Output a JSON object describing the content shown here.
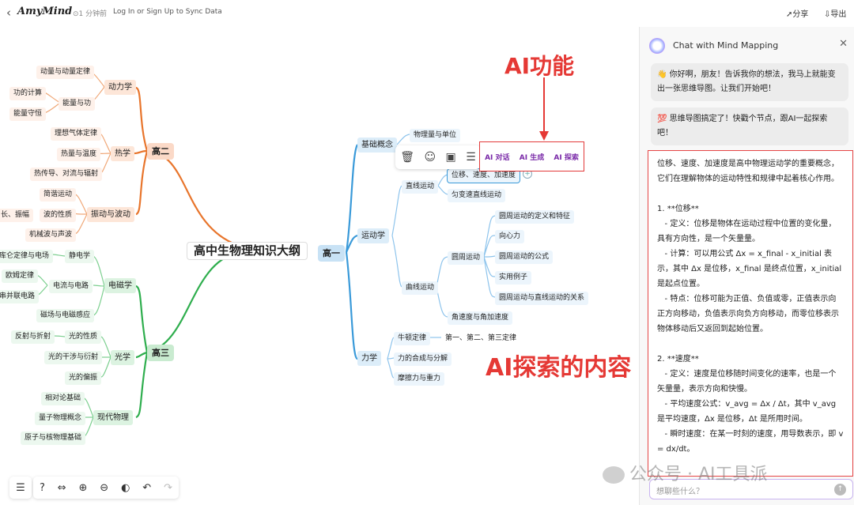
{
  "app": {
    "back_icon": "chevron-left-icon",
    "logo": "AmyMind",
    "synced": "1 分钟前",
    "signin": "Log In or Sign Up to Sync Data",
    "share": "分享",
    "export": "导出"
  },
  "mindmap": {
    "root": "高中生物理知识大纲",
    "branches": {
      "gao2": "高二",
      "gao3": "高三",
      "gao1": "高一"
    },
    "gao2": {
      "dynamics": "动力学",
      "dynamics_items": [
        "动量与动量定律",
        "能量与功"
      ],
      "energy_items": [
        "功的计算",
        "能量守恒"
      ],
      "heat": "热学",
      "heat_items": [
        "理想气体定律",
        "热量与温度",
        "热传导、对流与辐射"
      ],
      "wave": "振动与波动",
      "wave_items": [
        "简谐运动",
        "波的性质",
        "机械波与声波"
      ],
      "wave_sub": "长、振幅"
    },
    "gao3": {
      "em": "电磁学",
      "em_items": [
        "静电学",
        "电流与电路",
        "磁场与电磁感应"
      ],
      "em_sub1": "库仑定律与电场",
      "em_sub2": [
        "欧姆定律",
        "串并联电路"
      ],
      "optics": "光学",
      "optics_items": [
        "光的性质",
        "光的干涉与衍射",
        "光的偏振"
      ],
      "optics_sub": "反射与折射",
      "modern": "现代物理",
      "modern_items": [
        "相对论基础",
        "量子物理概念",
        "原子与核物理基础"
      ]
    },
    "gao1": {
      "basic": "基础概念",
      "basic_items": [
        "物理量与单位"
      ],
      "kinematics": "运动学",
      "linear": "直线运动",
      "linear_items": [
        "位移、速度、加速度",
        "匀变速直线运动"
      ],
      "curve": "曲线运动",
      "circular": "圆周运动",
      "circular_items": [
        "圆周运动的定义和特征",
        "向心力",
        "圆周运动的公式",
        "实用例子",
        "圆周运动与直线运动的关系"
      ],
      "angular": "角速度与角加速度",
      "force": "力学",
      "newton": "牛顿定律",
      "newton_sub": "第一、第二、第三定律",
      "force_items": [
        "力的合成与分解",
        "摩擦力与重力"
      ]
    }
  },
  "toolbar": {
    "icons": [
      "trash-icon",
      "emoji-icon",
      "image-icon",
      "note-icon"
    ]
  },
  "ai_menu": {
    "chat": "AI 对话",
    "generate": "AI 生成",
    "explore": "AI 探索"
  },
  "annotations": {
    "ai_function": "AI功能",
    "ai_explore": "AI探索的内容"
  },
  "chat": {
    "title": "Chat with Mind Mapping",
    "greeting": "👋 你好啊，朋友！告诉我你的想法，我马上就能变出一张思维导图。让我们开始吧！",
    "done": "💯 思维导图搞定了！快戳个节点，跟AI一起探索吧！",
    "answer": "位移、速度、加速度是高中物理运动学的重要概念，它们在理解物体的运动特性和规律中起着核心作用。\n\n1. **位移**\n   - 定义：位移是物体在运动过程中位置的变化量，具有方向性，是一个矢量量。\n   - 计算：可以用公式 Δx = x_final - x_initial 表示，其中 Δx 是位移，x_final 是终点位置，x_initial 是起点位置。\n   - 特点：位移可能为正值、负值或零，正值表示向正方向移动，负值表示向负方向移动，而零位移表示物体移动后又返回到起始位置。\n\n2. **速度**\n   - 定义：速度是位移随时间变化的速率，也是一个矢量量，表示方向和快慢。\n   - 平均速度公式：v_avg = Δx / Δt，其中 v_avg 是平均速度，Δx 是位移，Δt 是所用时间。\n   - 瞬时速度：在某一时刻的速度，用导数表示，即 v = dx/dt。",
    "input_placeholder": "想聊些什么？"
  },
  "watermark": "公众号 · AI工具派",
  "colors": {
    "orange": "#e8752c",
    "green": "#2fae4e",
    "blue": "#3a9ad9",
    "ai_accent": "#7a2aa8",
    "annotation": "#e53935"
  }
}
